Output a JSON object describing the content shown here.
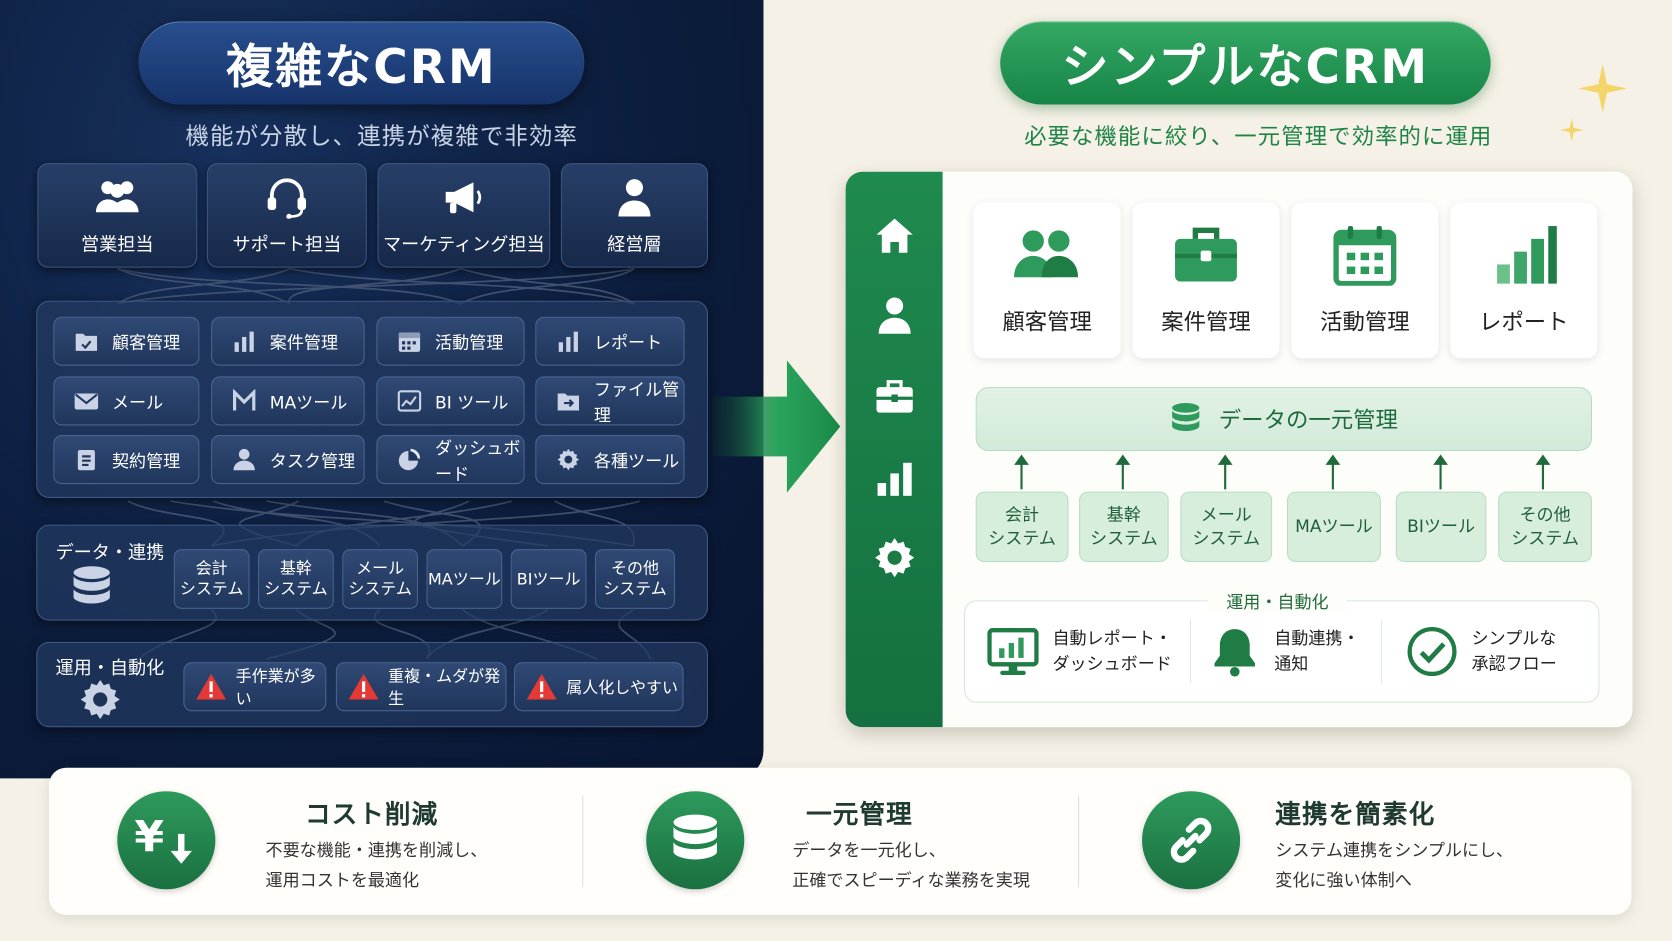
{
  "left": {
    "title": "複雑なCRM",
    "subtitle": "機能が分散し、連携が複雑で非効率",
    "roles": [
      {
        "label": "営業担当",
        "icon": "team-icon"
      },
      {
        "label": "サポート担当",
        "icon": "headset-icon"
      },
      {
        "label": "マーケティング担当",
        "icon": "megaphone-icon"
      },
      {
        "label": "経営層",
        "icon": "person-icon"
      }
    ],
    "functions": [
      {
        "label": "顧客管理",
        "icon": "folder-icon"
      },
      {
        "label": "案件管理",
        "icon": "bar-chart-icon"
      },
      {
        "label": "活動管理",
        "icon": "calendar-icon"
      },
      {
        "label": "レポート",
        "icon": "bar-chart-icon"
      },
      {
        "label": "メール",
        "icon": "mail-icon"
      },
      {
        "label": "MAツール",
        "icon": "ma-icon"
      },
      {
        "label": "BI ツール",
        "icon": "bi-chart-icon"
      },
      {
        "label": "ファイル管理",
        "icon": "folder-icon"
      },
      {
        "label": "契約管理",
        "icon": "clipboard-icon"
      },
      {
        "label": "タスク管理",
        "icon": "person-icon"
      },
      {
        "label": "ダッシュボード",
        "icon": "pie-icon"
      },
      {
        "label": "各種ツール",
        "icon": "gear-icon"
      }
    ],
    "data_label": "データ・連携",
    "systems": [
      "会計\nシステム",
      "基幹\nシステム",
      "メール\nシステム",
      "MAツール",
      "BIツール",
      "その他\nシステム"
    ],
    "ops_label": "運用・自動化",
    "warnings": [
      "手作業が多い",
      "重複・ムダが発生",
      "属人化しやすい"
    ]
  },
  "right": {
    "title": "シンプルなCRM",
    "subtitle": "必要な機能に絞り、一元管理で効率的に運用",
    "sidebar_icons": [
      "home-icon",
      "person-icon",
      "briefcase-icon",
      "bar-chart-icon",
      "gear-icon"
    ],
    "cards": [
      {
        "label": "顧客管理",
        "icon": "team-icon"
      },
      {
        "label": "案件管理",
        "icon": "briefcase-icon"
      },
      {
        "label": "活動管理",
        "icon": "calendar-icon"
      },
      {
        "label": "レポート",
        "icon": "bar-chart-icon"
      }
    ],
    "hub": "データの一元管理",
    "systems": [
      "会計\nシステム",
      "基幹\nシステム",
      "メール\nシステム",
      "MAツール",
      "BIツール",
      "その他\nシステム"
    ],
    "auto_label": "運用・自動化",
    "auto_items": [
      {
        "label": "自動レポート・\nダッシュボード",
        "icon": "monitor-chart-icon"
      },
      {
        "label": "自動連携・\n通知",
        "icon": "bell-icon"
      },
      {
        "label": "シンプルな\n承認フロー",
        "icon": "check-circle-icon"
      }
    ]
  },
  "benefits": [
    {
      "title": "コスト削減",
      "desc": "不要な機能・連携を削減し、\n運用コストを最適化",
      "icon": "yen-down-icon"
    },
    {
      "title": "一元管理",
      "desc": "データを一元化し、\n正確でスピーディな業務を実現",
      "icon": "database-icon"
    },
    {
      "title": "連携を簡素化",
      "desc": "システム連携をシンプルにし、\n変化に強い体制へ",
      "icon": "link-icon"
    }
  ],
  "colors": {
    "navy": "#0c1d3d",
    "green": "#1f8a4e",
    "warning": "#e53935"
  }
}
